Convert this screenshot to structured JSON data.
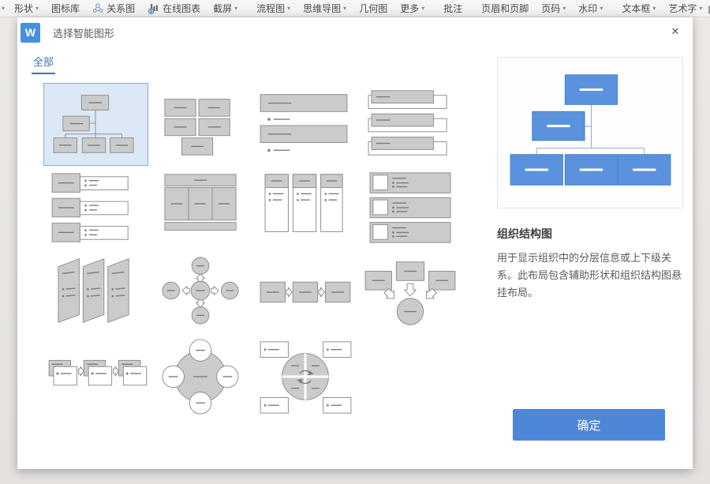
{
  "toolbar": {
    "caret_glyph": "▾",
    "items": [
      {
        "label": "形状",
        "dropdown": true
      },
      {
        "label": "图标库",
        "dropdown": false
      },
      {
        "label": "关系图",
        "dropdown": false,
        "icon": "molecule-icon"
      },
      {
        "label": "在线图表",
        "dropdown": false,
        "icon": "chart-globe-icon"
      },
      {
        "label": "截屏",
        "dropdown": true
      },
      {
        "label": "流程图",
        "dropdown": true
      },
      {
        "label": "思维导图",
        "dropdown": true
      },
      {
        "label": "几何图",
        "dropdown": false
      },
      {
        "label": "更多",
        "dropdown": true
      },
      {
        "label": "批注",
        "dropdown": false
      },
      {
        "label": "页眉和页脚",
        "dropdown": false
      },
      {
        "label": "页码",
        "dropdown": true
      },
      {
        "label": "水印",
        "dropdown": true
      },
      {
        "label": "文本框",
        "dropdown": true
      },
      {
        "label": "艺术字",
        "dropdown": true
      }
    ]
  },
  "dialog": {
    "logo_text": "W",
    "title": "选择智能图形",
    "close_glyph": "✕",
    "tab_all": "全部",
    "selected_index": 0,
    "thumbnails": [
      {
        "name": "organization-chart"
      },
      {
        "name": "box-grid"
      },
      {
        "name": "bulleted-bar-list"
      },
      {
        "name": "offset-bar-list"
      },
      {
        "name": "side-box-list"
      },
      {
        "name": "table-layout"
      },
      {
        "name": "column-list"
      },
      {
        "name": "picture-caption-list"
      },
      {
        "name": "slanted-panel-list"
      },
      {
        "name": "radial-cross"
      },
      {
        "name": "basic-process"
      },
      {
        "name": "converging-arrows"
      },
      {
        "name": "card-process"
      },
      {
        "name": "hub-satellite"
      },
      {
        "name": "quadrant-cycle"
      }
    ],
    "preview": {
      "title": "组织结构图",
      "description": "用于显示组织中的分层信息或上下级关系。此布局包含辅助形状和组织结构图悬挂布局。",
      "confirm_label": "确定"
    }
  },
  "colors": {
    "accent_blue": "#4e87d8",
    "preview_blue": "#5b92dd",
    "preview_stroke": "#4781ca",
    "selection_bg": "#dce8f6",
    "selection_border": "#86add8",
    "thumb_fill": "#cbcbcb",
    "thumb_stroke": "#8f8f8f",
    "tab_blue": "#3f74ad",
    "logo_blue": "#4a8fdc"
  }
}
